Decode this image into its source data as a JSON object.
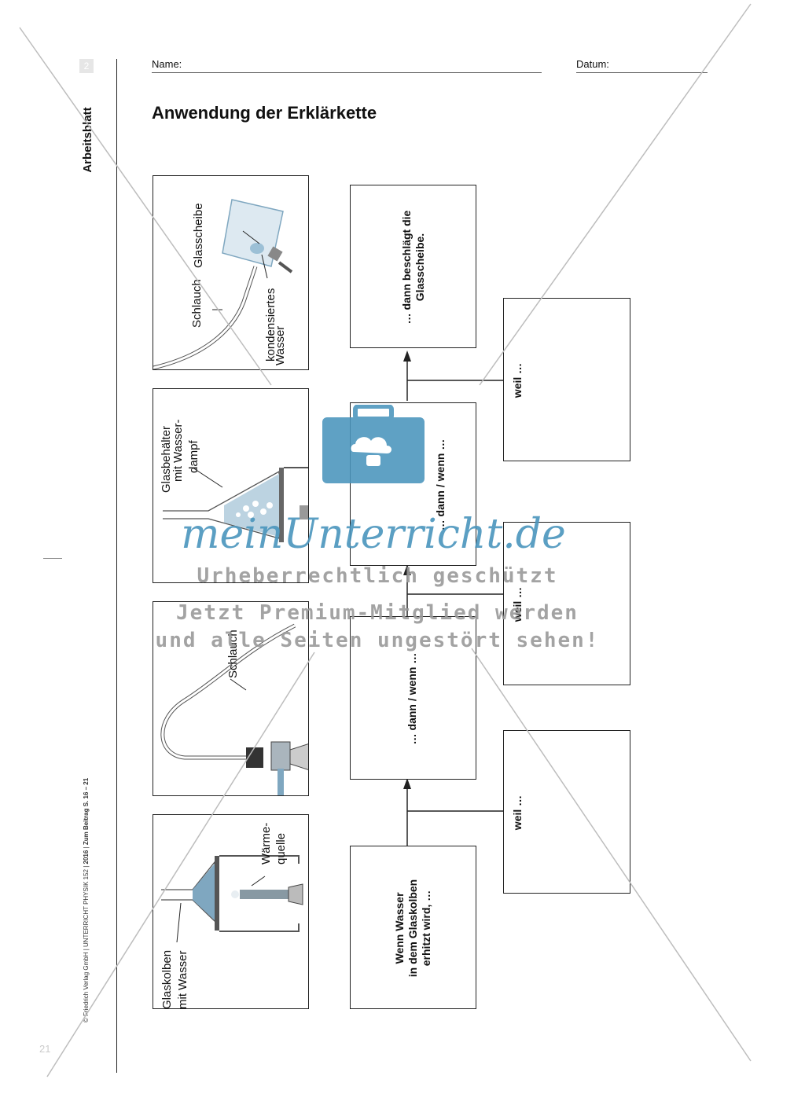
{
  "header": {
    "page_badge": "2",
    "sidebar_label": "Arbeitsblatt",
    "name_label": "Name:",
    "date_label": "Datum:"
  },
  "title": "Anwendung der Erklärkette",
  "panels": {
    "panel1": {
      "glasscheibe": "Glasscheibe",
      "schlauch": "Schlauch",
      "kondensiertes": "kondensiertes",
      "wasser": "Wasser"
    },
    "panel2": {
      "line1": "Glasbehälter",
      "line2": "mit Wasser-",
      "line3": "dampf"
    },
    "panel3": {
      "schlauch": "Schlauch"
    },
    "panel4": {
      "waerme1": "Wärme-",
      "waerme2": "quelle",
      "glaskolben1": "Glaskolben",
      "glaskolben2": "mit Wasser"
    }
  },
  "chain": {
    "start": [
      "Wenn Wasser",
      "in dem Glaskolben",
      "erhitzt wird, …"
    ],
    "step2": "… dann / wenn …",
    "step3": "… dann / wenn …",
    "end": [
      "… dann beschlägt die",
      "Glasscheibe."
    ],
    "weil": [
      "weil …",
      "weil …",
      "weil …"
    ]
  },
  "watermark": {
    "brand": "meinUnterricht.de",
    "line1": "Urheberrechtlich geschützt",
    "line2": "Jetzt Premium-Mitglied werden",
    "line3": "und alle Seiten ungestört sehen!"
  },
  "footer": {
    "page_number": "21",
    "copyright_pre": "© Friedrich Verlag GmbH | UNTERRICHT PHYSIK 152 | ",
    "copyright_year": "2016",
    "copyright_mid": " | ",
    "copyright_ref": "Zum Beitrag S. 16 – 21"
  },
  "colors": {
    "accent_blue": "#4a95bd",
    "watermark_gray": "#9a9a9a",
    "glass_blue": "#7fa7c0"
  }
}
